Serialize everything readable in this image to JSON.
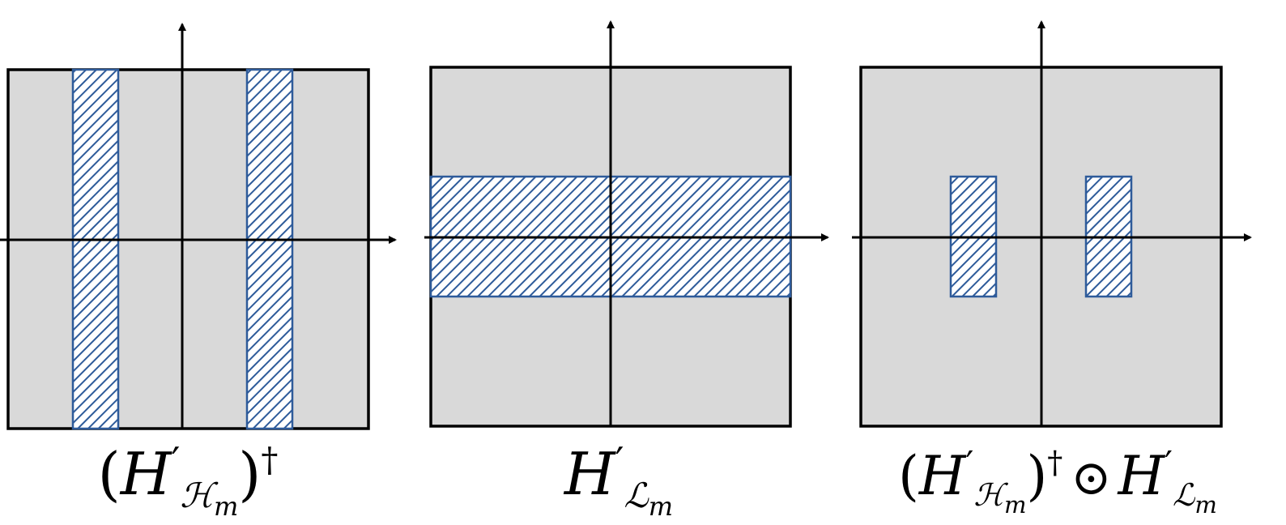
{
  "colors": {
    "panel_fill": "#d9d9d9",
    "border": "#000000",
    "hatch_fill": "#2e5b9a",
    "hatch_stroke": "#2e5b9a"
  },
  "panels": [
    {
      "id": "high-pass",
      "caption": {
        "open": "(",
        "base": "H",
        "prime": "′",
        "sub": "ℋ",
        "subsub": "m",
        "close": ")",
        "sup": "†"
      },
      "mask": "vertical-bands"
    },
    {
      "id": "low-pass",
      "caption": {
        "base": "H",
        "prime": "′",
        "sub": "ℒ",
        "subsub": "m"
      },
      "mask": "horizontal-band"
    },
    {
      "id": "product",
      "caption": {
        "open": "(",
        "base": "H",
        "prime": "′",
        "sub": "ℋ",
        "subsub": "m",
        "close": ")",
        "sup": "†",
        "op": "⊙",
        "base2": "H",
        "prime2": "′",
        "sub2": "ℒ",
        "subsub2": "m"
      },
      "mask": "rect-pair"
    }
  ]
}
